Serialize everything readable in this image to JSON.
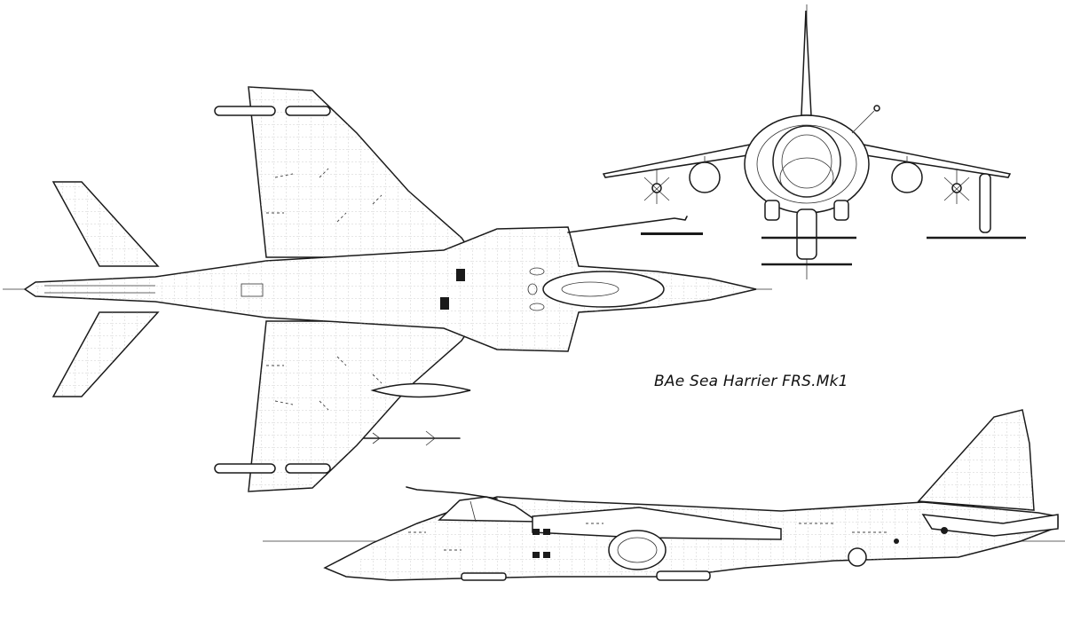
{
  "caption": "BAe Sea Harrier FRS.Mk1",
  "views": [
    "top-view",
    "front-view",
    "side-view"
  ]
}
